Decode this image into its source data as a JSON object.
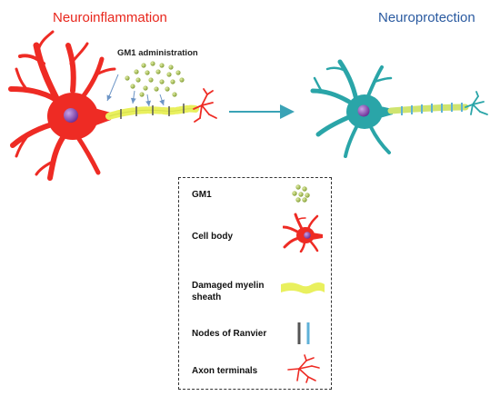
{
  "titles": {
    "left": "Neuroinflammation",
    "right": "Neuroprotection"
  },
  "annotation": {
    "gm1_administration": "GM1 administration"
  },
  "legend": {
    "items": [
      {
        "label": "GM1",
        "icon": "gm1-particles-icon"
      },
      {
        "label": "Cell body",
        "icon": "cell-body-icon"
      },
      {
        "label": "Damaged myelin sheath",
        "icon": "damaged-myelin-icon"
      },
      {
        "label": "Nodes of Ranvier",
        "icon": "nodes-of-ranvier-icon"
      },
      {
        "label": "Axon terminals",
        "icon": "axon-terminals-icon"
      }
    ]
  },
  "colors": {
    "left_title": "#e8261c",
    "right_title": "#2a5aa0",
    "inflamed_neuron": "#ee2b24",
    "healthy_neuron": "#2aa5a8",
    "nucleus": "#7e3fa8",
    "damaged_myelin": "#e9f05e",
    "healthy_myelin": "#cfe470",
    "node_dark": "#555555",
    "node_light": "#5fb1d8",
    "gm1_particle": "#9fb64a",
    "arrow": "#3aa3b6"
  }
}
